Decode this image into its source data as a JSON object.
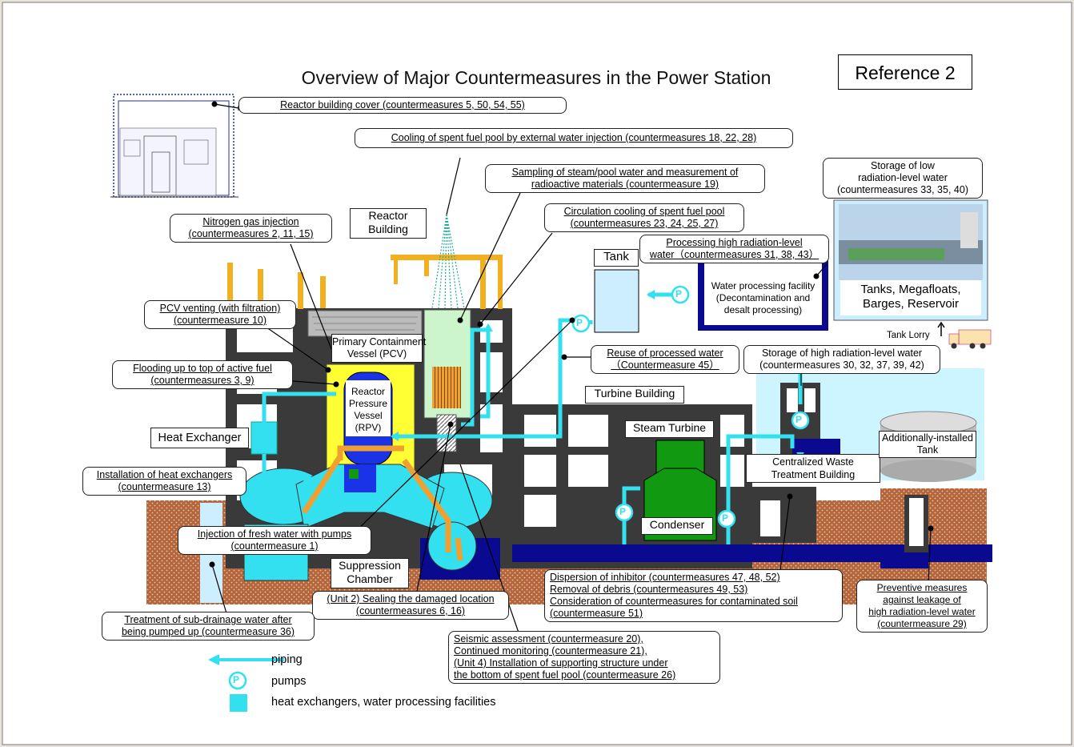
{
  "title": "Overview of Major Countermeasures in the Power Station",
  "reference": "Reference 2",
  "callouts": {
    "building_cover": "Reactor building cover (countermeasures 5, 50, 54, 55)",
    "cooling_pool": "Cooling of spent fuel pool by external water injection (countermeasures 18, 22, 28)",
    "sampling": [
      "Sampling of steam/pool water and measurement  of",
      "radioactive materials (countermeasure 19)"
    ],
    "circulation": [
      "Circulation cooling of spent fuel pool",
      "(countermeasures 23, 24, 25, 27)"
    ],
    "nitrogen": [
      "Nitrogen gas injection",
      "(countermeasures 2, 11, 15)"
    ],
    "processing_high": [
      "Processing high radiation-level",
      "water（countermeasures 31, 38, 43）"
    ],
    "storage_low": [
      "Storage of low",
      "radiation-level water",
      "(countermeasures 33, 35, 40)"
    ],
    "pcv_venting": [
      "PCV venting (with filtration)",
      "(countermeasure 10)"
    ],
    "flooding": [
      "Flooding up to top of active fuel",
      "(countermeasures 3, 9)"
    ],
    "reuse": [
      "Reuse of processed water",
      "（Countermeasure 45）"
    ],
    "storage_high": [
      "Storage of high radiation-level water",
      "(countermeasures 30, 32, 37, 39, 42)"
    ],
    "heat_exch_install": [
      "Installation of heat exchangers",
      "(countermeasure 13)"
    ],
    "fresh_water": [
      "Injection of fresh water with pumps",
      "(countermeasure 1)"
    ],
    "sealing": [
      "(Unit 2) Sealing the damaged location",
      "(countermeasures 6, 16)"
    ],
    "dispersion": [
      "Dispersion of inhibitor (countermeasures 47, 48, 52)",
      "Removal of debris (countermeasures 49, 53)",
      "Consideration of countermeasures for contaminated soil",
      "(countermeasure 51)"
    ],
    "preventive": [
      "Preventive measures",
      "against leakage of",
      "high radiation-level water",
      "(countermeasure 29)"
    ],
    "subdrainage": [
      "Treatment of sub-drainage water after",
      "being pumped up (countermeasure 36)"
    ],
    "seismic": [
      "Seismic assessment (countermeasure 20),",
      "Continued monitoring (countermeasure 21),",
      "(Unit 4) Installation of supporting structure under",
      "the bottom of spent fuel pool (countermeasure 26)"
    ]
  },
  "labels": {
    "reactor_building": [
      "Reactor",
      "Building"
    ],
    "tank": "Tank",
    "water_processing": [
      "Water processing facility",
      "(Decontamination and",
      "desalt processing)"
    ],
    "tanks_megafloats": [
      "Tanks, Megafloats,",
      "Barges, Reservoir"
    ],
    "tank_lorry": "Tank Lorry",
    "pcv": [
      "Primary Containment",
      "Vessel (PCV)"
    ],
    "rpv": [
      "Reactor",
      "Pressure",
      "Vessel",
      "(RPV)"
    ],
    "turbine_building": "Turbine Building",
    "steam_turbine": "Steam Turbine",
    "condenser": "Condenser",
    "heat_exchanger": "Heat Exchanger",
    "suppression": [
      "Suppression",
      "Chamber"
    ],
    "centralized": [
      "Centralized Waste",
      "Treatment Building"
    ],
    "additional_tank": [
      "Additionally-installed",
      "Tank"
    ],
    "pump_letter": "P"
  },
  "legend": {
    "piping": "piping",
    "pumps": "pumps",
    "heat": "heat exchangers, water processing facilities"
  },
  "colors": {
    "piping": "#33e0f0",
    "orange_pipe": "#f0a030",
    "building": "#3a3a3a",
    "ground": "#b4653c",
    "contaminated_water": "#0a0a90",
    "pcv_yellow": "#ffff33",
    "rpv_blue": "#1a33e6",
    "turbine_green": "#119911",
    "pool_green": "#ccf5cc"
  }
}
